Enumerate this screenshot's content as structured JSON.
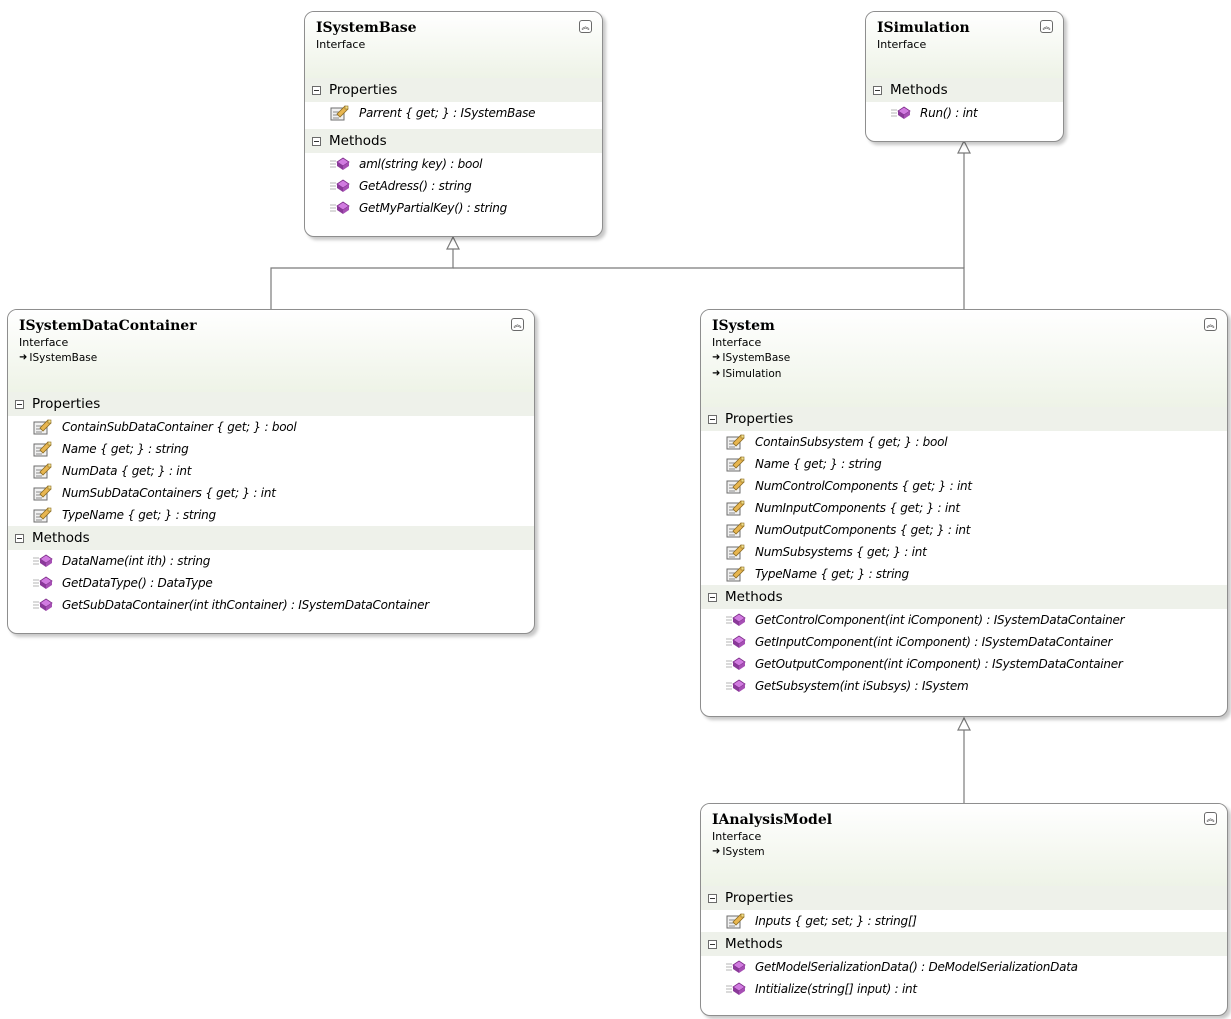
{
  "boxes": {
    "isystembase": {
      "title": "ISystemBase",
      "kind": "Interface",
      "inherits": [],
      "properties_label": "Properties",
      "properties": [
        "Parrent { get; } : ISystemBase"
      ],
      "methods_label": "Methods",
      "methods": [
        "aml(string key) : bool",
        "GetAdress() : string",
        "GetMyPartialKey() : string"
      ]
    },
    "isimulation": {
      "title": "ISimulation",
      "kind": "Interface",
      "inherits": [],
      "methods_label": "Methods",
      "methods": [
        "Run() : int"
      ]
    },
    "isystemdatacontainer": {
      "title": "ISystemDataContainer",
      "kind": "Interface",
      "inherits": [
        "ISystemBase"
      ],
      "properties_label": "Properties",
      "properties": [
        "ContainSubDataContainer { get; } : bool",
        "Name { get; } : string",
        "NumData { get; } : int",
        "NumSubDataContainers { get; } : int",
        "TypeName { get; } : string"
      ],
      "methods_label": "Methods",
      "methods": [
        "DataName(int ith) : string",
        "GetDataType() : DataType",
        "GetSubDataContainer(int ithContainer) : ISystemDataContainer"
      ]
    },
    "isystem": {
      "title": "ISystem",
      "kind": "Interface",
      "inherits": [
        "ISystemBase",
        "ISimulation"
      ],
      "properties_label": "Properties",
      "properties": [
        "ContainSubsystem { get; } : bool",
        "Name { get; } : string",
        "NumControlComponents { get; } : int",
        "NumInputComponents { get; } : int",
        "NumOutputComponents { get; } : int",
        "NumSubsystems { get; } : int",
        "TypeName { get; } : string"
      ],
      "methods_label": "Methods",
      "methods": [
        "GetControlComponent(int iComponent) : ISystemDataContainer",
        "GetInputComponent(int iComponent) : ISystemDataContainer",
        "GetOutputComponent(int iComponent) : ISystemDataContainer",
        "GetSubsystem(int iSubsys) : ISystem"
      ]
    },
    "ianalysismodel": {
      "title": "IAnalysisModel",
      "kind": "Interface",
      "inherits": [
        "ISystem"
      ],
      "properties_label": "Properties",
      "properties": [
        "Inputs { get; set; } : string[]"
      ],
      "methods_label": "Methods",
      "methods": [
        "GetModelSerializationData() : DeModelSerializationData",
        "Intitialize(string[] input) : int"
      ]
    }
  },
  "icons": {
    "property": "property-icon",
    "method": "method-icon",
    "collapse": "double-chevron-up-icon",
    "section_toggle": "minus-square-icon",
    "inherit": "inheritance-arrow-icon"
  },
  "colors": {
    "header_gradient_bottom": "#eef3e7",
    "section_band": "#eef1ea",
    "border": "#8e8e8e",
    "connector": "#7a7a7a",
    "method_icon_purple": "#a64fb4"
  }
}
